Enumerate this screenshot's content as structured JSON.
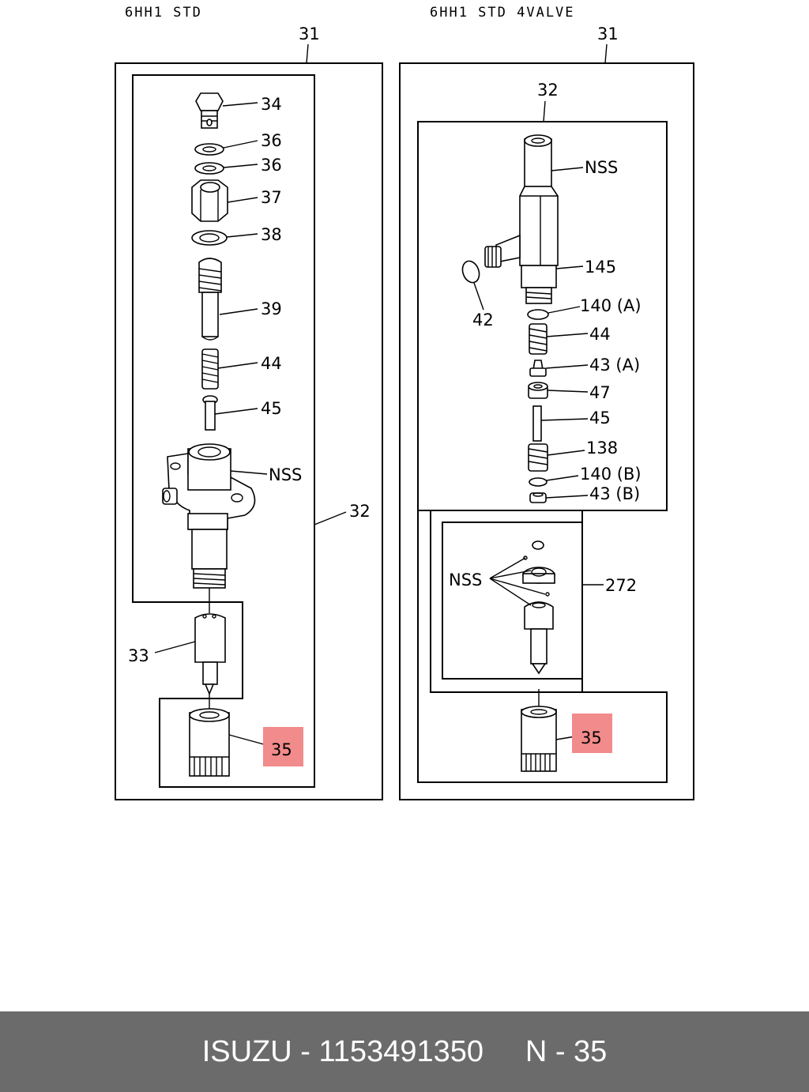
{
  "colors": {
    "highlight": "#f28b8b",
    "footer_bg": "#6b6b6b",
    "footer_text": "#ffffff"
  },
  "left": {
    "header": "6HH1 STD",
    "assembly": "31",
    "sub": "32",
    "labels": {
      "p34": "34",
      "p36a": "36",
      "p36b": "36",
      "p37": "37",
      "p38": "38",
      "p39": "39",
      "p44": "44",
      "p45": "45",
      "nss": "NSS",
      "p33": "33",
      "p35": "35"
    }
  },
  "right": {
    "header": "6HH1 STD 4VALVE",
    "assembly": "31",
    "sub": "32",
    "labels": {
      "nss1": "NSS",
      "p145": "145",
      "p42": "42",
      "p140a": "140 (A)",
      "p44": "44",
      "p43a": "43 (A)",
      "p47": "47",
      "p45": "45",
      "p138": "138",
      "p140b": "140 (B)",
      "p43b": "43 (B)",
      "nss2": "NSS",
      "p272": "272",
      "p35": "35"
    }
  },
  "footer": {
    "brand": "ISUZU",
    "sep": " - ",
    "part_no": "1153491350",
    "ref": "N - 35"
  }
}
